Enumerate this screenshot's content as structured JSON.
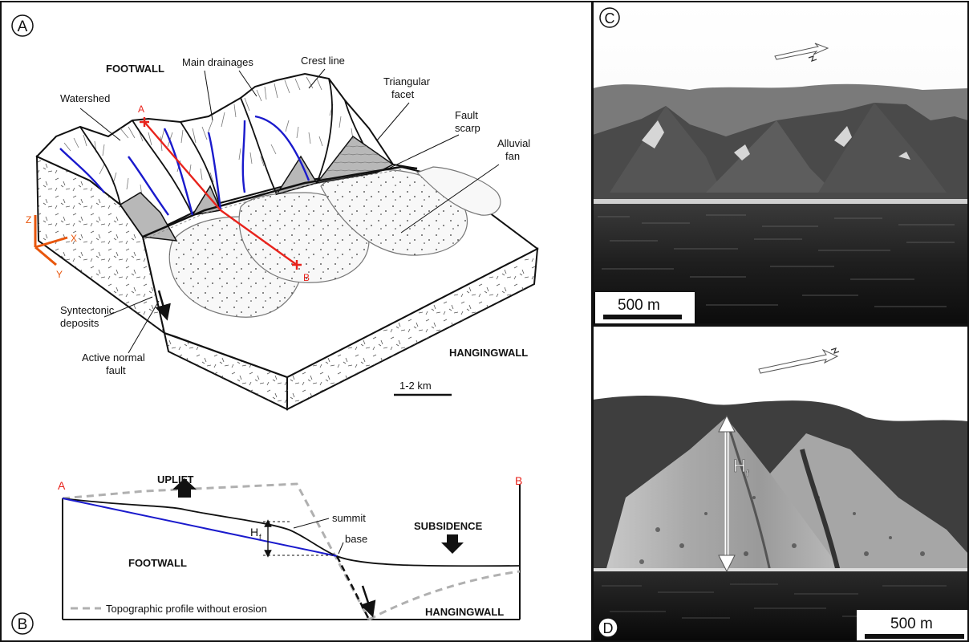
{
  "panel_a": {
    "letter": "A",
    "labels": {
      "footwall": "FOOTWALL",
      "main_drainages": "Main drainages",
      "crest_line": "Crest line",
      "triangular_facet_1": "Triangular",
      "triangular_facet_2": "facet",
      "watershed": "Watershed",
      "fault_scarp_1": "Fault",
      "fault_scarp_2": "scarp",
      "alluvial_fan_1": "Alluvial",
      "alluvial_fan_2": "fan",
      "syntectonic_1": "Syntectonic",
      "syntectonic_2": "deposits",
      "active_fault_1": "Active normal",
      "active_fault_2": "fault",
      "hangingwall": "HANGINGWALL",
      "scale": "1-2 km",
      "point_a": "A",
      "point_b": "B",
      "axis_z": "Z",
      "axis_x": "X",
      "axis_y": "Y"
    },
    "colors": {
      "drainage": "#1a1acc",
      "profile": "#e8231c",
      "facet": "#b8b8b8"
    }
  },
  "panel_b": {
    "letter": "B",
    "labels": {
      "end_a": "A",
      "end_b": "B",
      "uplift": "UPLIFT",
      "subsidence": "SUBSIDENCE",
      "summit": "summit",
      "base": "base",
      "hf_main": "H",
      "hf_sub": "f",
      "footwall": "FOOTWALL",
      "hangingwall": "HANGINGWALL",
      "legend": "Topographic profile without erosion"
    },
    "colors": {
      "blue_line": "#1a1acc",
      "dashed": "#b0b0b0",
      "end_labels": "#e8231c"
    }
  },
  "panel_c": {
    "letter": "C",
    "scale": "500 m"
  },
  "panel_d": {
    "letter": "D",
    "scale": "500 m",
    "hf_main": "H",
    "hf_sub": "f"
  }
}
